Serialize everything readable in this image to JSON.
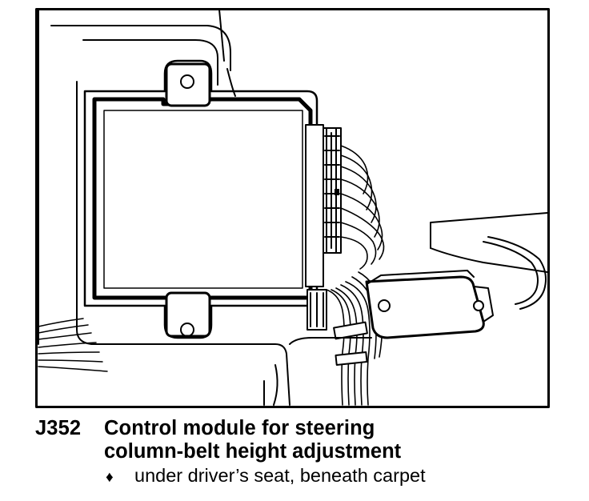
{
  "caption": {
    "code": "J352",
    "title_line1": "Control module for steering",
    "title_line2": "column-belt height adjustment",
    "bullet_symbol": "♦",
    "bullet_text": "under driver’s seat, beneath carpet"
  }
}
